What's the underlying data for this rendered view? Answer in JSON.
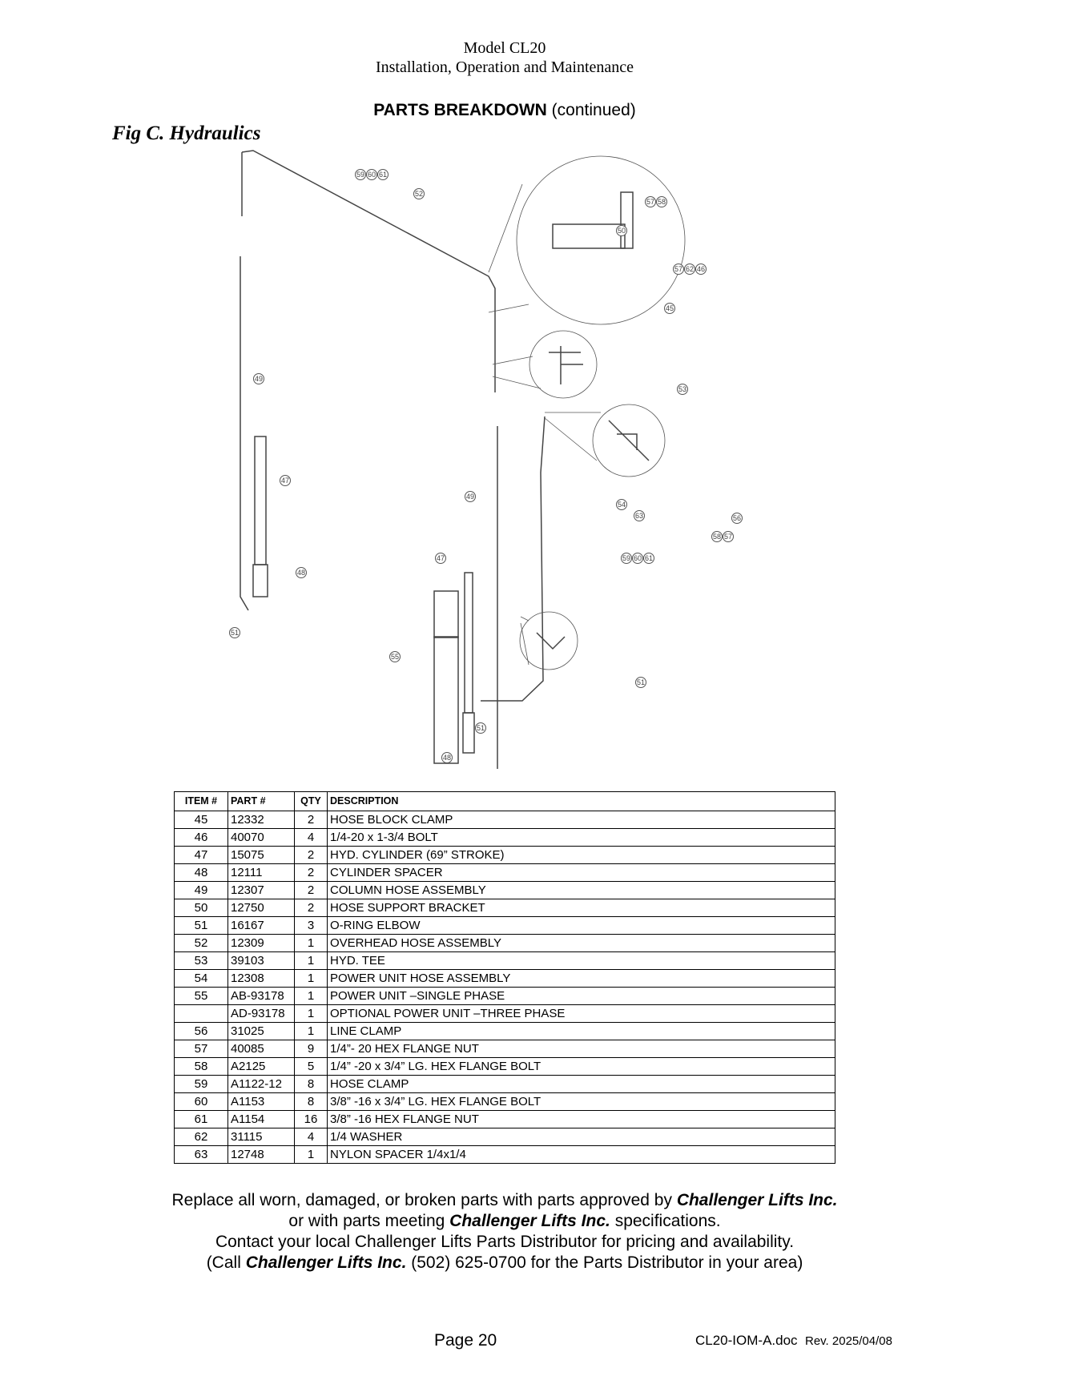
{
  "header": {
    "model": "Model CL20",
    "subtitle": "Installation, Operation and Maintenance"
  },
  "section": {
    "title_bold": "PARTS BREAKDOWN",
    "title_rest": " (continued)"
  },
  "figure": {
    "title": "Fig C.  Hydraulics",
    "callouts": [
      "59",
      "60",
      "61",
      "52",
      "57",
      "58",
      "50",
      "57",
      "62",
      "46",
      "45",
      "49",
      "53",
      "47",
      "49",
      "54",
      "63",
      "56",
      "58",
      "57",
      "59",
      "60",
      "61",
      "48",
      "51",
      "47",
      "55",
      "51",
      "51",
      "48"
    ]
  },
  "table": {
    "headers": [
      "ITEM #",
      "PART #",
      "QTY",
      "DESCRIPTION"
    ],
    "rows": [
      {
        "item": "45",
        "part": "12332",
        "qty": "2",
        "desc": "HOSE BLOCK CLAMP"
      },
      {
        "item": "46",
        "part": "40070",
        "qty": "4",
        "desc": "1/4-20 x 1-3/4 BOLT"
      },
      {
        "item": "47",
        "part": "15075",
        "qty": "2",
        "desc": "HYD. CYLINDER (69” STROKE)"
      },
      {
        "item": "48",
        "part": "12111",
        "qty": "2",
        "desc": "CYLINDER SPACER"
      },
      {
        "item": "49",
        "part": "12307",
        "qty": "2",
        "desc": "COLUMN HOSE ASSEMBLY"
      },
      {
        "item": "50",
        "part": "12750",
        "qty": "2",
        "desc": "HOSE SUPPORT BRACKET"
      },
      {
        "item": "51",
        "part": "16167",
        "qty": "3",
        "desc": "O-RING ELBOW"
      },
      {
        "item": "52",
        "part": "12309",
        "qty": "1",
        "desc": "OVERHEAD HOSE ASSEMBLY"
      },
      {
        "item": "53",
        "part": "39103",
        "qty": "1",
        "desc": "HYD. TEE"
      },
      {
        "item": "54",
        "part": "12308",
        "qty": "1",
        "desc": "POWER UNIT HOSE ASSEMBLY"
      },
      {
        "item": "55",
        "part": "AB-93178",
        "qty": "1",
        "desc": "POWER UNIT –SINGLE PHASE"
      },
      {
        "item": "",
        "part": "AD-93178",
        "qty": "1",
        "desc": "OPTIONAL POWER UNIT –THREE PHASE"
      },
      {
        "item": "56",
        "part": "31025",
        "qty": "1",
        "desc": "LINE CLAMP"
      },
      {
        "item": "57",
        "part": "40085",
        "qty": "9",
        "desc": "1/4”- 20 HEX FLANGE NUT"
      },
      {
        "item": "58",
        "part": "A2125",
        "qty": "5",
        "desc": "1/4” -20 x 3/4” LG. HEX FLANGE BOLT"
      },
      {
        "item": "59",
        "part": "A1122-12",
        "qty": "8",
        "desc": "HOSE CLAMP"
      },
      {
        "item": "60",
        "part": "A1153",
        "qty": "8",
        "desc": "3/8” -16 x 3/4” LG. HEX FLANGE BOLT"
      },
      {
        "item": "61",
        "part": "A1154",
        "qty": "16",
        "desc": "3/8” -16 HEX FLANGE NUT"
      },
      {
        "item": "62",
        "part": "31115",
        "qty": "4",
        "desc": "1/4 WASHER"
      },
      {
        "item": "63",
        "part": "12748",
        "qty": "1",
        "desc": "NYLON SPACER 1/4x1/4"
      }
    ]
  },
  "notice": {
    "l1a": "Replace all worn, damaged, or broken parts with parts approved by ",
    "l1b": "Challenger Lifts Inc.",
    "l2a": "or with parts meeting ",
    "l2b": "Challenger Lifts Inc.",
    "l2c": " specifications.",
    "l3": "Contact your local Challenger Lifts Parts Distributor for pricing and availability.",
    "l4a": "(Call ",
    "l4b": "Challenger Lifts Inc.",
    "l4c": " (502) 625-0700 for the Parts Distributor in your area)"
  },
  "footer": {
    "page": "Page 20",
    "doc": "CL20-IOM-A.doc",
    "rev": "Rev. 2025/04/08"
  }
}
